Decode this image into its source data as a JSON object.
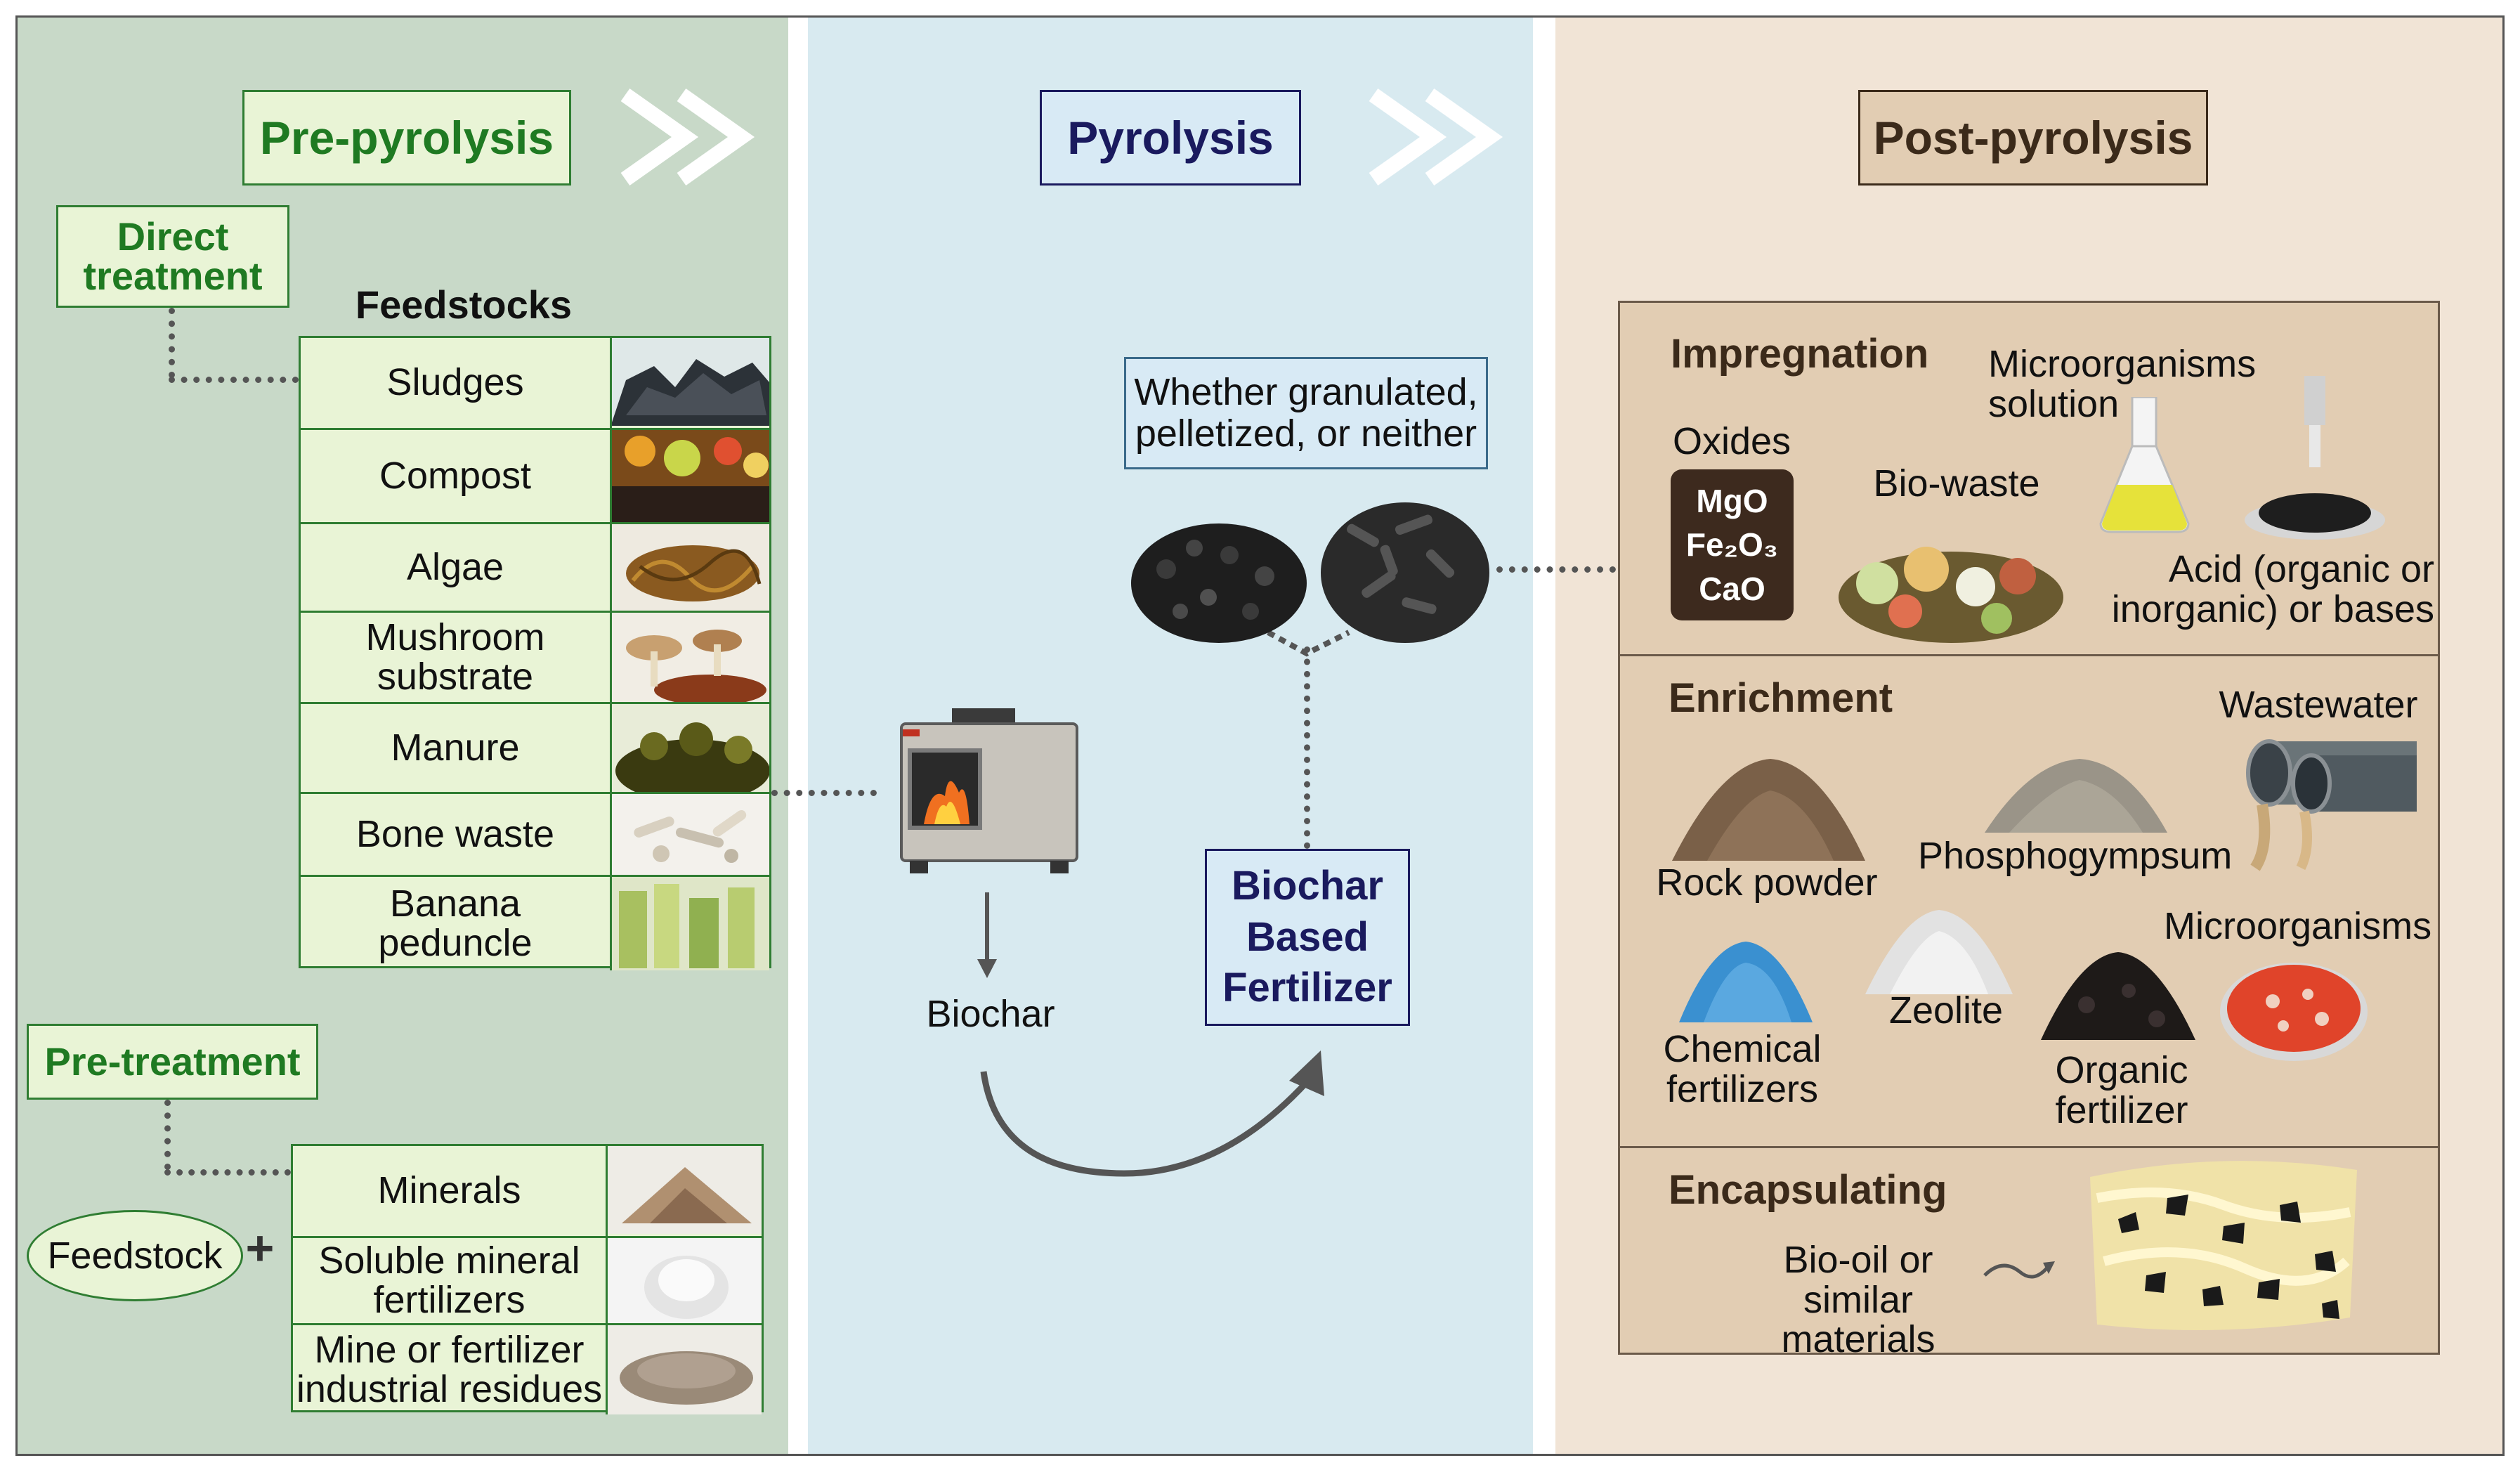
{
  "colors": {
    "pre_bg": "#c8d9c8",
    "pyro_bg": "#d8eaf0",
    "post_bg": "#f1e4d6",
    "green_accent": "#1f7a22",
    "navy_accent": "#1a1a5e",
    "brown_accent": "#3b2a1a"
  },
  "stages": {
    "pre": "Pre-pyrolysis",
    "pyro": "Pyrolysis",
    "post": "Post-pyrolysis"
  },
  "pre": {
    "direct_treatment": "Direct\ntreatment",
    "feedstocks_title": "Feedstocks",
    "feedstocks": [
      {
        "label": "Sludges",
        "icon": "sludge-image"
      },
      {
        "label": "Compost",
        "icon": "compost-image"
      },
      {
        "label": "Algae",
        "icon": "algae-image"
      },
      {
        "label": "Mushroom\nsubstrate",
        "icon": "mushroom-image"
      },
      {
        "label": "Manure",
        "icon": "manure-image"
      },
      {
        "label": "Bone waste",
        "icon": "bone-image"
      },
      {
        "label": "Banana\npeduncle",
        "icon": "banana-image"
      }
    ],
    "pre_treatment": "Pre-treatment",
    "feedstock_oval": "Feedstock",
    "plus": "+",
    "additives": [
      {
        "label": "Minerals",
        "icon": "minerals-image"
      },
      {
        "label": "Soluble mineral\nfertilizers",
        "icon": "soluble-fertilizer-image"
      },
      {
        "label": "Mine or fertilizer\nindustrial residues",
        "icon": "residues-image"
      }
    ]
  },
  "pyro": {
    "granulated_note": "Whether granulated,\npelletized, or neither",
    "biochar_label": "Biochar",
    "bbf_label": "Biochar\nBased\nFertilizer"
  },
  "post": {
    "impregnation": {
      "title": "Impregnation",
      "oxides_label": "Oxides",
      "oxides": [
        "MgO",
        "Fe₂O₃",
        "CaO"
      ],
      "biowaste": "Bio-waste",
      "microorganisms_solution": "Microorganisms\nsolution",
      "acid": "Acid (organic or\ninorganic) or bases"
    },
    "enrichment": {
      "title": "Enrichment",
      "wastewater": "Wastewater",
      "rock_powder": "Rock powder",
      "phosphogypsum": "Phosphogympsum",
      "microorganisms": "Microorganisms",
      "chemical_fertilizers": "Chemical\nfertilizers",
      "zeolite": "Zeolite",
      "organic_fertilizer": "Organic\nfertilizer"
    },
    "encapsulating": {
      "title": "Encapsulating",
      "biooil": "Bio-oil or\nsimilar materials"
    }
  }
}
